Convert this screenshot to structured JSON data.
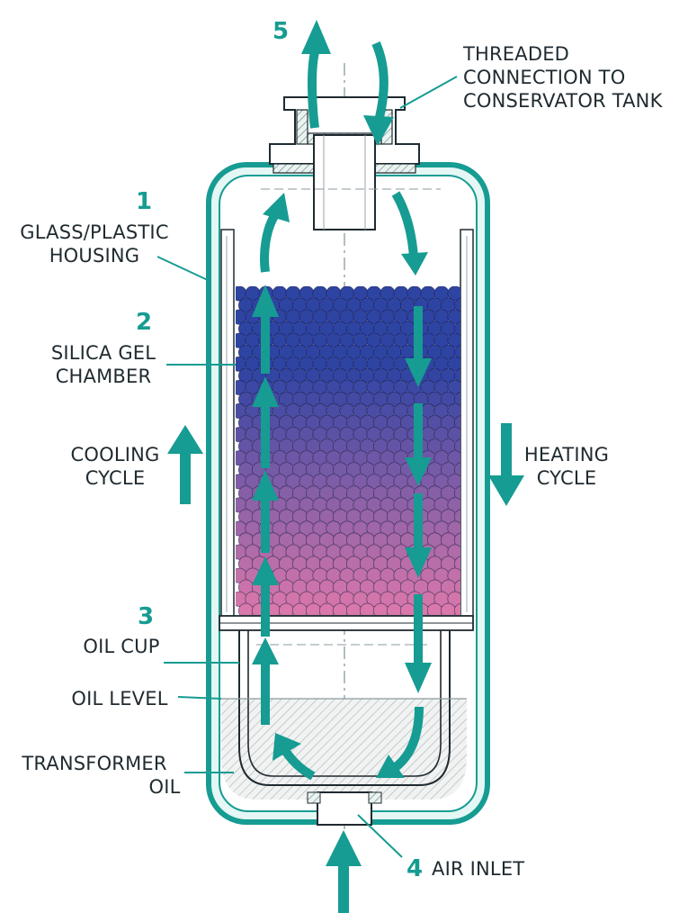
{
  "colors": {
    "teal": "#169c92",
    "teal_dark": "#0d7c74",
    "housing_fill": "#e4f7f4",
    "text": "#1f2a30",
    "bead_top": "#2e44a3",
    "bead_bottom": "#de79ab",
    "oil_hatch": "#b9bdbf"
  },
  "labels": {
    "n1": "1",
    "housing_line1": "GLASS/PLASTIC",
    "housing_line2": "HOUSING",
    "n2": "2",
    "silica_line1": "SILICA GEL",
    "silica_line2": "CHAMBER",
    "cooling_line1": "COOLING",
    "cooling_line2": "CYCLE",
    "heating_line1": "HEATING",
    "heating_line2": "CYCLE",
    "n3": "3",
    "oil_cup": "OIL CUP",
    "oil_level": "OIL LEVEL",
    "transformer_line1": "TRANSFORMER",
    "transformer_line2": "OIL",
    "n4": "4",
    "air_inlet": "AIR INLET",
    "n5": "5",
    "threaded_line1": "THREADED",
    "threaded_line2": "CONNECTION TO",
    "threaded_line3": "CONSERVATOR TANK"
  },
  "icons": {
    "airflow_up": "arrow-up-icon",
    "airflow_down": "arrow-down-icon",
    "cycle_up": "cooling-arrow-icon",
    "cycle_down": "heating-arrow-icon"
  }
}
